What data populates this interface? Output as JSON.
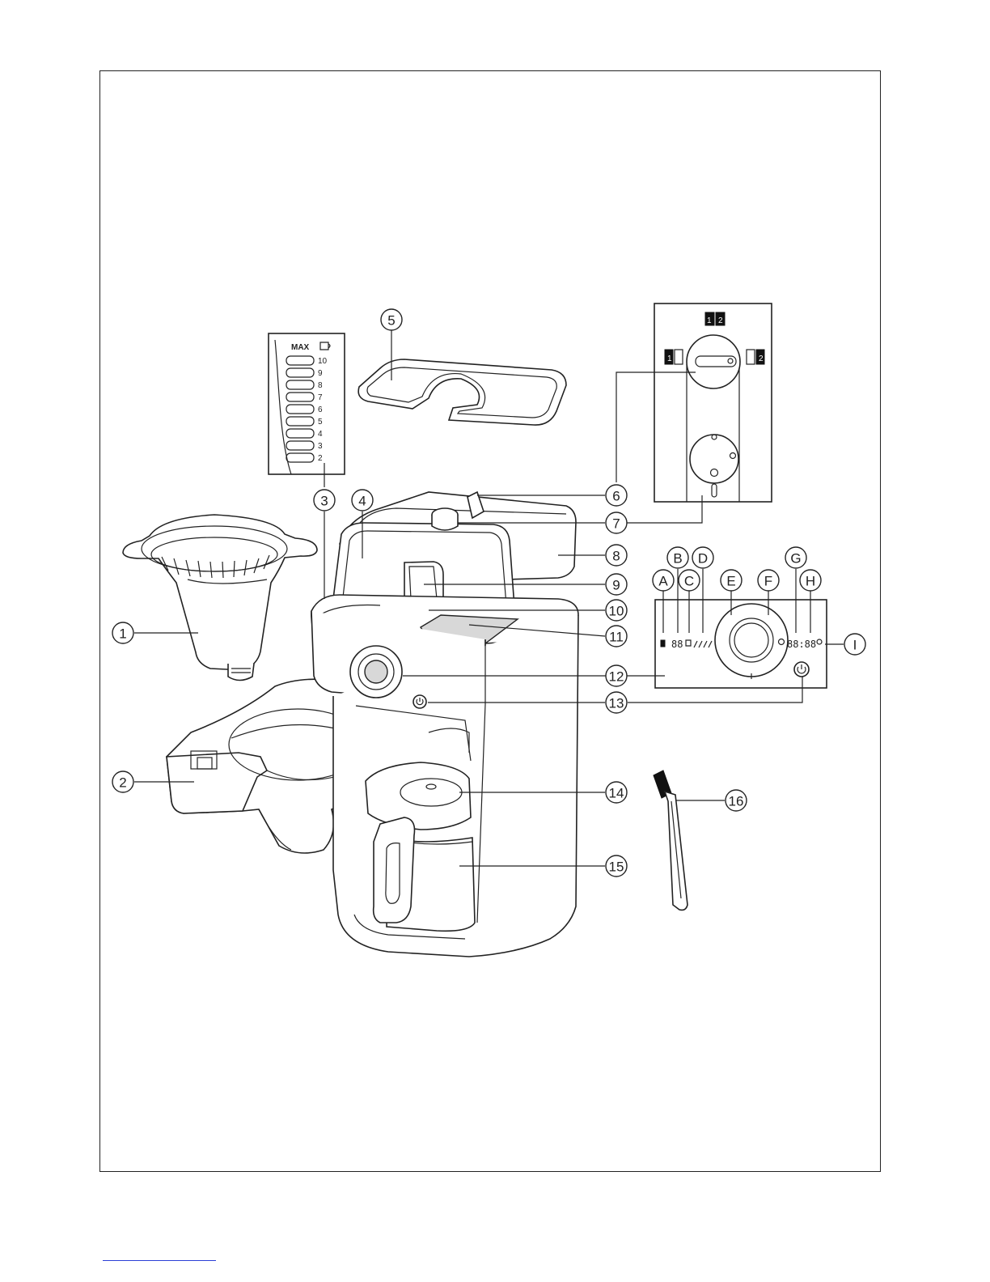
{
  "callouts": {
    "c1": "1",
    "c2": "2",
    "c3": "3",
    "c4": "4",
    "c5": "5",
    "c6": "6",
    "c7": "7",
    "c8": "8",
    "c9": "9",
    "c10": "10",
    "c11": "11",
    "c12": "12",
    "c13": "13",
    "c14": "14",
    "c15": "15",
    "c16": "16",
    "cA": "A",
    "cB": "B",
    "cC": "C",
    "cD": "D",
    "cE": "E",
    "cF": "F",
    "cG": "G",
    "cH": "H",
    "cI": "I"
  },
  "water_gauge": {
    "max_label": "MAX",
    "levels": [
      "10",
      "9",
      "8",
      "7",
      "6",
      "5",
      "4",
      "3",
      "2"
    ]
  },
  "selector_panel": {
    "top_number_left": "1",
    "top_number_right": "2",
    "left_number": "1",
    "right_number": "2"
  },
  "display_panel": {
    "digits_left": "88",
    "digits_clock": "88:88"
  }
}
